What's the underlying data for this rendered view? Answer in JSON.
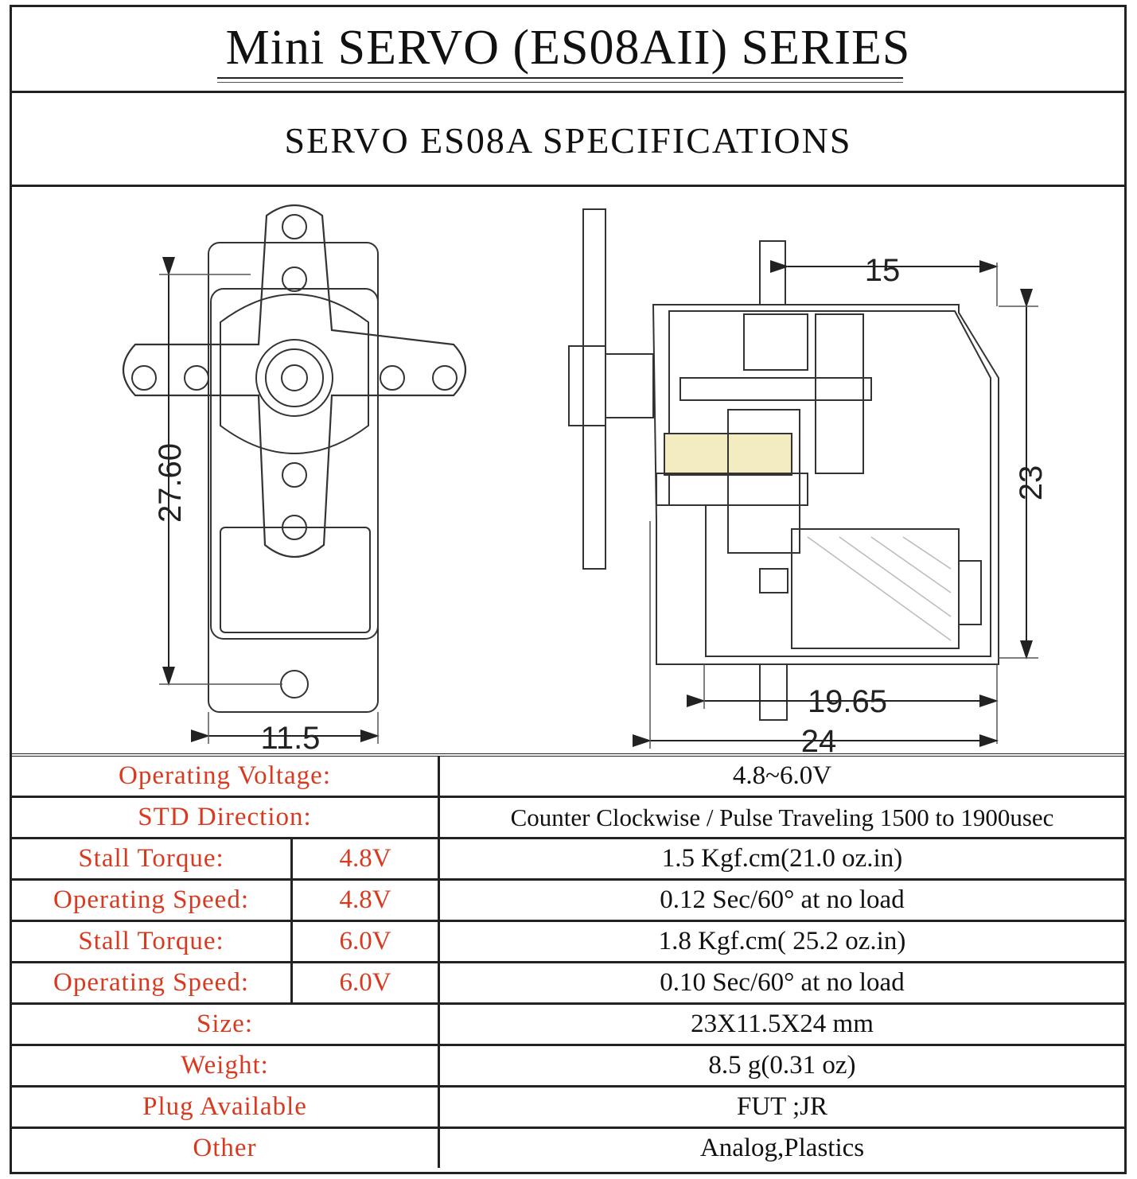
{
  "header": {
    "title": "Mini SERVO (ES08AII) SERIES",
    "subtitle": "SERVO ES08A  SPECIFICATIONS"
  },
  "drawing": {
    "front_view": {
      "height_dim": "27.60",
      "width_dim": "11.5"
    },
    "side_view": {
      "top_dim": "15",
      "height_dim": "23",
      "mid_dim": "19.65",
      "width_dim": "24"
    }
  },
  "specs": [
    {
      "label": "Operating Voltage:",
      "condition": "",
      "value": "4.8~6.0V"
    },
    {
      "label": "STD  Direction:",
      "condition": "",
      "value": "Counter Clockwise / Pulse Traveling 1500 to 1900usec"
    },
    {
      "label": "Stall  Torque:",
      "condition": "4.8V",
      "value": "1.5 Kgf.cm(21.0 oz.in)"
    },
    {
      "label": "Operating Speed:",
      "condition": "4.8V",
      "value": "0.12 Sec/60° at no load"
    },
    {
      "label": "Stall  Torque:",
      "condition": "6.0V",
      "value": "1.8 Kgf.cm( 25.2 oz.in)"
    },
    {
      "label": "Operating Speed:",
      "condition": "6.0V",
      "value": "0.10 Sec/60° at no load"
    },
    {
      "label": "Size:",
      "condition": "",
      "value": "23X11.5X24 mm"
    },
    {
      "label": "Weight:",
      "condition": "",
      "value": "8.5 g(0.31 oz)"
    },
    {
      "label": "Plug   Available",
      "condition": "",
      "value": "FUT ;JR"
    },
    {
      "label": "Other",
      "condition": "",
      "value": "Analog,Plastics"
    }
  ],
  "colors": {
    "label_red": "#d93a1f",
    "line": "#222222",
    "highlight_yellow": "#f2ecc0"
  }
}
